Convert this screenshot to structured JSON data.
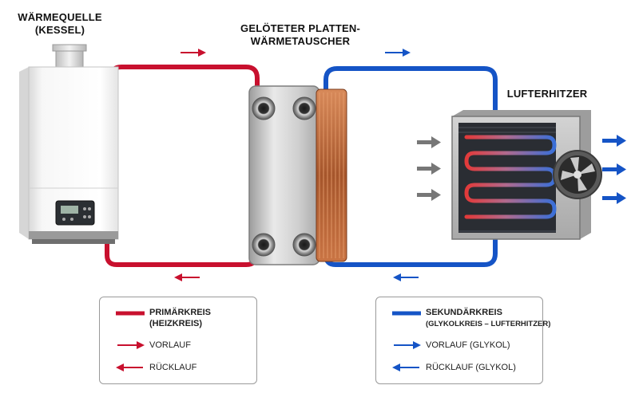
{
  "labels": {
    "heat_source_line1": "WÄRMEQUELLE",
    "heat_source_line2": "(KESSEL)",
    "exchanger_line1": "GELÖTETER PLATTEN-",
    "exchanger_line2": "WÄRMETAUSCHER",
    "heater": "LUFTERHITZER"
  },
  "legend_primary": {
    "title": "PRIMÄRKREIS",
    "subtitle": "(HEIZKREIS)",
    "flow": "VORLAUF",
    "return": "RÜCKLAUF"
  },
  "legend_secondary": {
    "title": "SEKUNDÄRKREIS",
    "subtitle": "(GLYKOLKREIS – LUFTERHITZER)",
    "flow": "VORLAUF (GLYKOL)",
    "return": "RÜCKLAUF (GLYKOL)"
  },
  "colors": {
    "primary_circuit": "#c8102e",
    "secondary_circuit": "#1554c6",
    "air_arrows": "#777777",
    "exchanger_plates": "#b8683a"
  },
  "icons": {
    "boiler": "wall-boiler",
    "exchanger": "plate-heat-exchanger",
    "heater": "air-heater-coil",
    "fan": "fan-icon"
  }
}
